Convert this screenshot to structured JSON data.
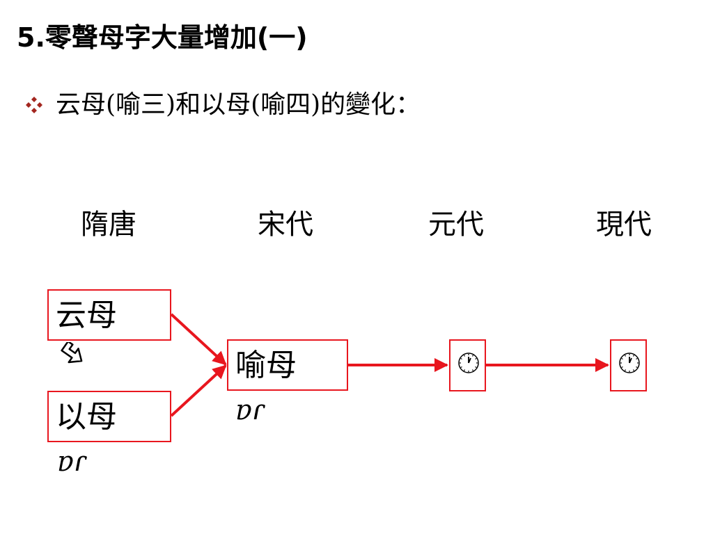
{
  "title": "5.零聲母字大量增加(一)",
  "bullet": "云母(喻三)和以母(喻四)的變化：",
  "eras": [
    "隋唐",
    "宋代",
    "元代",
    "現代"
  ],
  "nodes": {
    "yun": {
      "label": "云母",
      "symbol": "➪",
      "symbol_icon": "outline-arrow-icon"
    },
    "yi": {
      "label": "以母",
      "symbol": "ɐɾ"
    },
    "yu": {
      "label": "喻母",
      "symbol": "ɐɾ"
    },
    "yuan": {
      "symbol_icon": "clock-icon"
    },
    "modern": {
      "symbol_icon": "clock-icon"
    }
  },
  "colors": {
    "accent": "#e8161e",
    "bullet": "#a3261f"
  }
}
